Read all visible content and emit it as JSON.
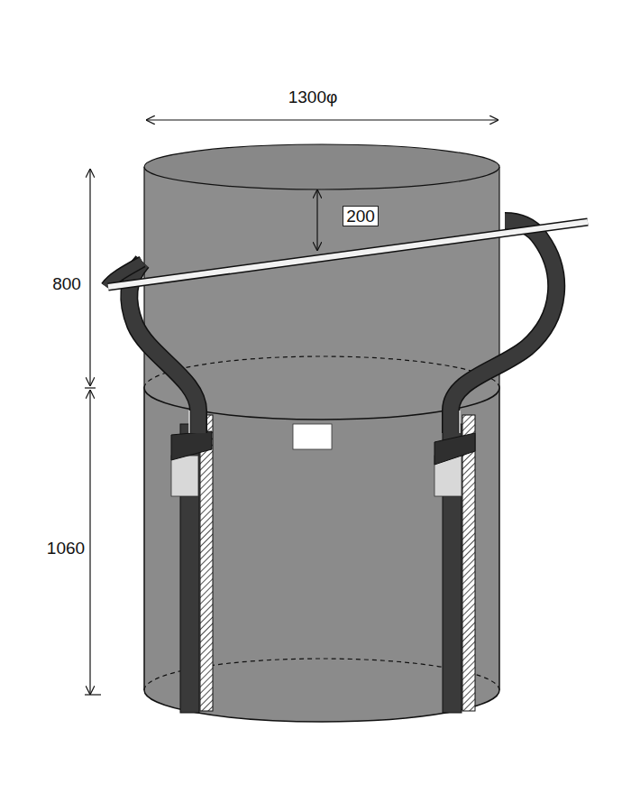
{
  "diagram": {
    "labels": [
      "1300φ",
      "200",
      "800",
      "1060"
    ]
  }
}
